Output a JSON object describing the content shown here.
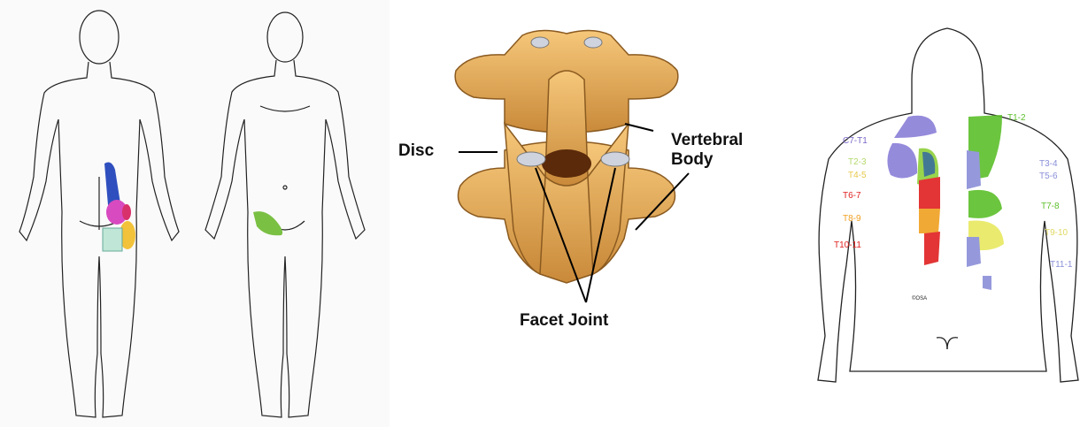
{
  "spine_diagram": {
    "labels": {
      "disc": "Disc",
      "vertebral_body": "Vertebral\nBody",
      "facet_joint": "Facet Joint"
    }
  },
  "back_map": {
    "levels": [
      {
        "id": "c7-t1",
        "text": "C7-T1",
        "color": "#7b68c9"
      },
      {
        "id": "t1-2",
        "text": "T1-2",
        "color": "#5bbf2a"
      },
      {
        "id": "t2-3",
        "text": "T2-3",
        "color": "#b3d86a"
      },
      {
        "id": "t3-4",
        "text": "T3-4",
        "color": "#8a8fd8"
      },
      {
        "id": "t4-5",
        "text": "T4-5",
        "color": "#e8c94a"
      },
      {
        "id": "t5-6",
        "text": "T5-6",
        "color": "#8a8fd8"
      },
      {
        "id": "t6-7",
        "text": "T6-7",
        "color": "#e02020"
      },
      {
        "id": "t7-8",
        "text": "T7-8",
        "color": "#5bbf2a"
      },
      {
        "id": "t8-9",
        "text": "T8-9",
        "color": "#f0a020"
      },
      {
        "id": "t9-10",
        "text": "T9-10",
        "color": "#e0d860"
      },
      {
        "id": "t10-11",
        "text": "T10-11",
        "color": "#e02020"
      },
      {
        "id": "t11-12",
        "text": "T11-1",
        "color": "#8a8fd8"
      }
    ],
    "watermark": "©OSA"
  }
}
